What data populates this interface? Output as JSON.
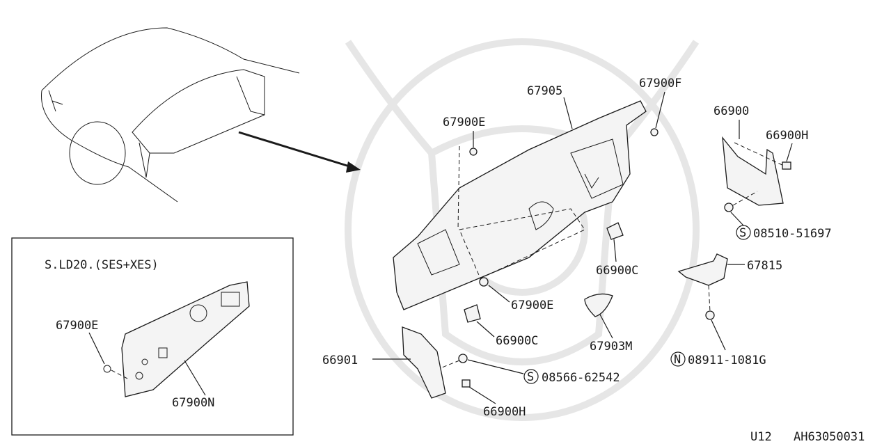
{
  "inset": {
    "title": "S.LD20.(SES+XES)",
    "labels": [
      "67900E",
      "67900N"
    ]
  },
  "callouts": {
    "p67905": "67905",
    "p67900F": "67900F",
    "p67900E_top": "67900E",
    "p66900": "66900",
    "p66900H_top": "66900H",
    "p08510": "08510-51697",
    "p66900C_mid": "66900C",
    "p67815": "67815",
    "p67900E_bot": "67900E",
    "p66900C_bot": "66900C",
    "p67903M": "67903M",
    "p08911": "08911-1081G",
    "p66901": "66901",
    "p08566": "08566-62542",
    "p66900H_bot": "66900H"
  },
  "prefix_symbols": {
    "s1": "S",
    "s2": "S",
    "n1": "N"
  },
  "footer": {
    "code1": "U12",
    "code2": "AH63050031"
  }
}
